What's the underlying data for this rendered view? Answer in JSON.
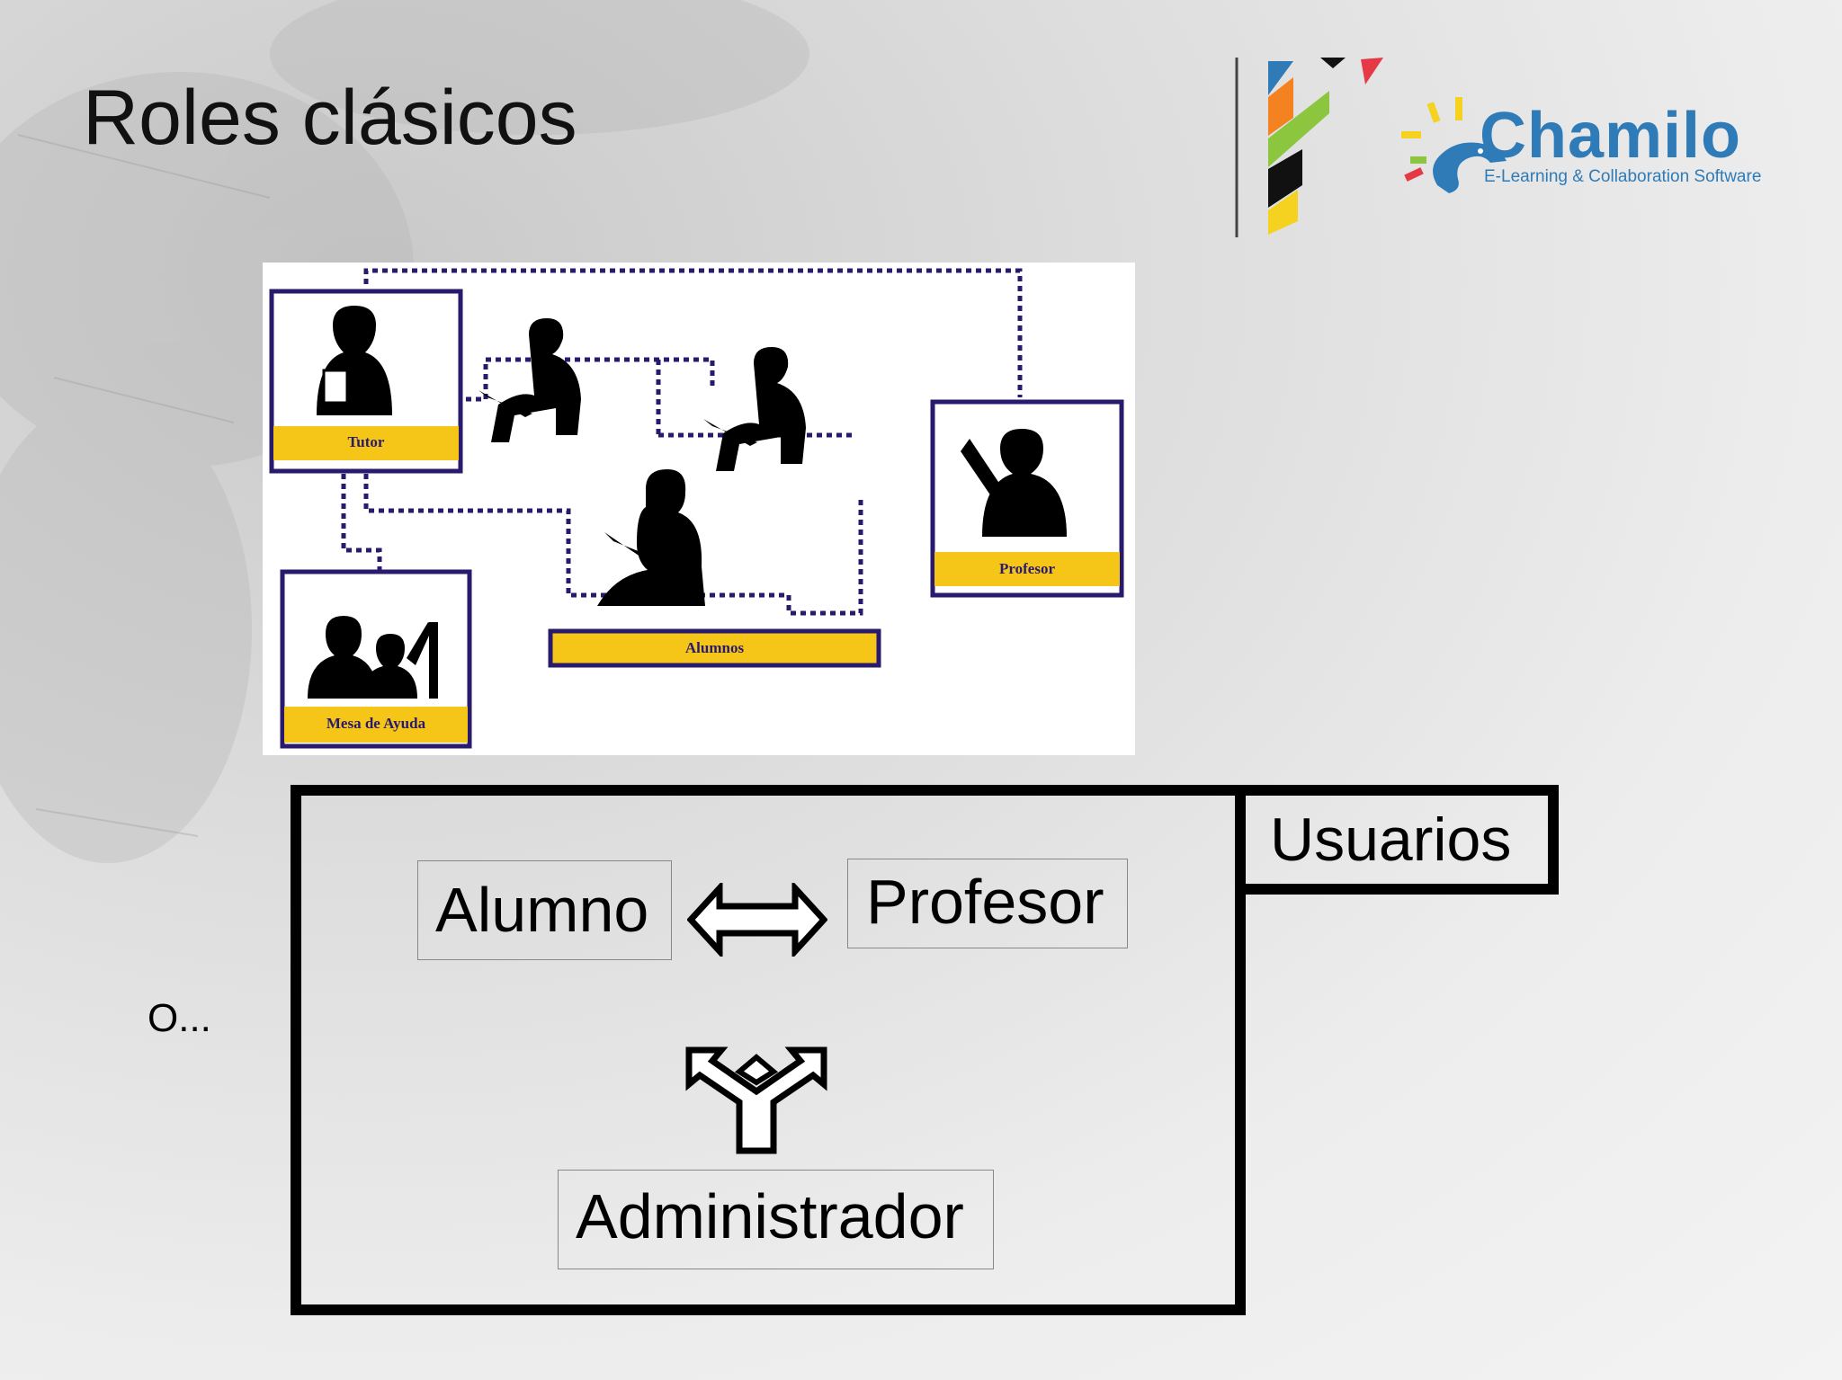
{
  "slide": {
    "title": "Roles clásicos",
    "aside": "O..."
  },
  "logo": {
    "name": "Chamilo",
    "tagline": "E-Learning & Collaboration Software",
    "colors": {
      "blue": "#2f7bb8",
      "red": "#e63946",
      "yellow": "#f5d21f",
      "green": "#8cc63f",
      "orange": "#f58220"
    }
  },
  "illustration": {
    "roles": [
      "Tutor",
      "Profesor",
      "Mesa de Ayuda",
      "Alumnos"
    ],
    "colors": {
      "label_fill": "#f5c518",
      "frame": "#2a1a6e"
    }
  },
  "diagram": {
    "group": "Usuarios",
    "nodes": {
      "student": "Alumno",
      "teacher": "Profesor",
      "admin": "Administrador"
    }
  }
}
